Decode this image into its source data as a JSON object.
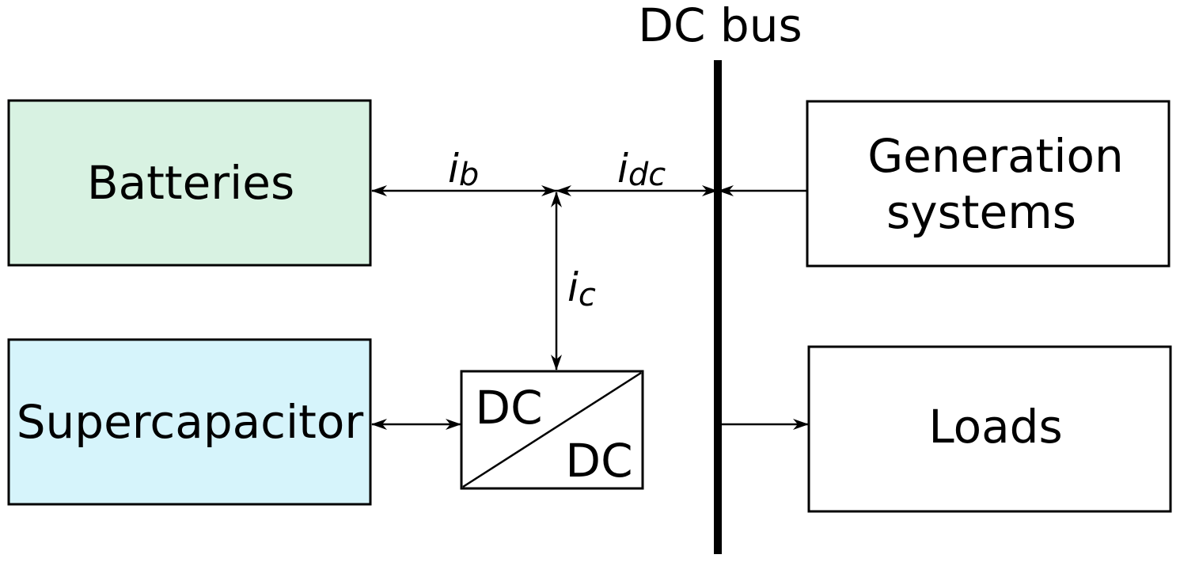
{
  "bus": {
    "label": "DC bus"
  },
  "blocks": {
    "batteries": {
      "label": "Batteries",
      "fill": "#d8f2e2"
    },
    "supercapacitor": {
      "label": "Supercapacitor",
      "fill": "#d6f4fb"
    },
    "converter": {
      "top_label": "DC",
      "bottom_label": "DC"
    },
    "generation": {
      "line1": "Generation",
      "line2": "systems"
    },
    "loads": {
      "label": "Loads"
    }
  },
  "currents": {
    "battery": {
      "symbol": "i",
      "subscript": "b"
    },
    "bus": {
      "symbol": "i",
      "subscript": "dc"
    },
    "converter": {
      "symbol": "i",
      "subscript": "c"
    }
  }
}
